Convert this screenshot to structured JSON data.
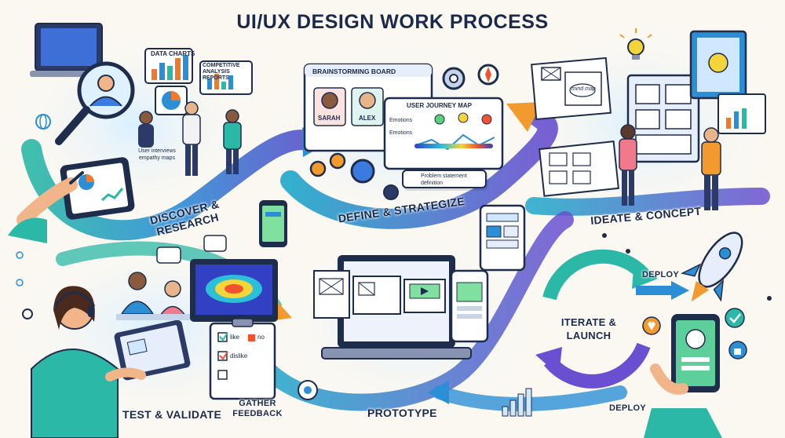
{
  "title": "UI/UX DESIGN WORK PROCESS",
  "stages": {
    "discover": "DISCOVER & RESEARCH",
    "define": "DEFINE & STRATEGIZE",
    "ideate": "IDEATE & CONCEPT",
    "test": "TEST & VALIDATE",
    "feedback": "GATHER FEEDBACK",
    "prototype": "PROTOTYPE",
    "iterate": "ITERATE & LAUNCH",
    "deploy_top": "DEPLOY",
    "deploy_bottom": "DEPLOY"
  },
  "discover": {
    "data_charts": "DATA CHARTS",
    "competitive": "COMPETITIVE ANALYSIS REPORTS",
    "interviews": "User interviews empathy maps"
  },
  "define": {
    "board_title": "BRAINSTORMING BOARD",
    "persona_1": "SARAH",
    "persona_2": "ALEX",
    "journey_title": "USER JOURNEY MAP",
    "emotions_1": "Emotions",
    "emotions_2": "Emotions",
    "problem": "Problem statement definition"
  },
  "ideate": {
    "mindmap": "mind map"
  },
  "feedback": {
    "like": "like",
    "no": "no",
    "dislike": "dislike"
  },
  "icons": [
    "magnifier-icon",
    "gear-icon",
    "compass-icon",
    "lightbulb-icon",
    "rocket-icon",
    "thumbs-up-icon",
    "heart-icon",
    "check-icon",
    "globe-icon",
    "headset-icon"
  ]
}
